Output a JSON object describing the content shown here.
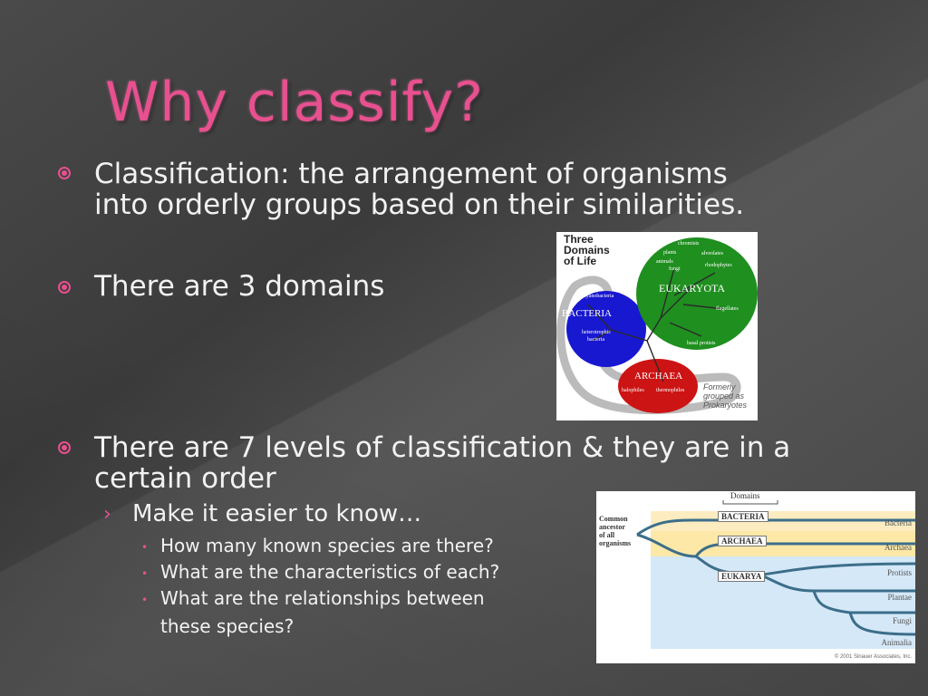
{
  "slide": {
    "title": "Why classify?",
    "bullets": [
      {
        "text_line1": "Classification: the arrangement of organisms",
        "text_line2": "into orderly groups based on their similarities."
      },
      {
        "text": "There are 3 domains"
      },
      {
        "text_line1": "There are 7 levels of classification & they are in a",
        "text_line2": "certain order"
      }
    ],
    "sub_bullet": "Make it easier to know…",
    "sub_sub_bullets": [
      "How many known species are there?",
      "What are the characteristics of each?",
      "What are the relationships between",
      "these species?"
    ]
  },
  "figure1": {
    "heading_1": "Three",
    "heading_2": "Domains",
    "heading_3": "of Life",
    "eukaryota": "EUKARYOTA",
    "bacteria": "BACTERIA",
    "archaea": "ARCHAEA",
    "chromists": "chromists",
    "plants": "plants",
    "alveolates": "alveolates",
    "animals": "animals",
    "fungi": "fungi",
    "rhodophytes": "rhodophytes",
    "flagellates": "flagellates",
    "basal_protists": "basal protists",
    "cyanobacteria": "cyanobacteria",
    "heterotrophic": "heterotrophic",
    "bacteria_small": "bacteria",
    "halophiles": "halophiles",
    "thermophiles": "thermophiles",
    "formerly_1": "Formerly",
    "formerly_2": "grouped as",
    "formerly_3": "Prokaryotes",
    "colors": {
      "eukaryota": "#1f8f1f",
      "bacteria": "#1a1ad0",
      "archaea": "#cc1414"
    }
  },
  "figure2": {
    "domains_label": "Domains",
    "common_1": "Common",
    "common_2": "ancestor",
    "common_3": "of all",
    "common_4": "organisms",
    "bacteria_box": "BACTERIA",
    "archaea_box": "ARCHAEA",
    "eukarya_box": "EUKARYA",
    "bacteria": "Bacteria",
    "archaea": "Archaea",
    "protists": "Protists",
    "plantae": "Plantae",
    "fungi": "Fungi",
    "animalia": "Animalia",
    "copyright": "© 2001 Sinauer Associates, Inc."
  }
}
